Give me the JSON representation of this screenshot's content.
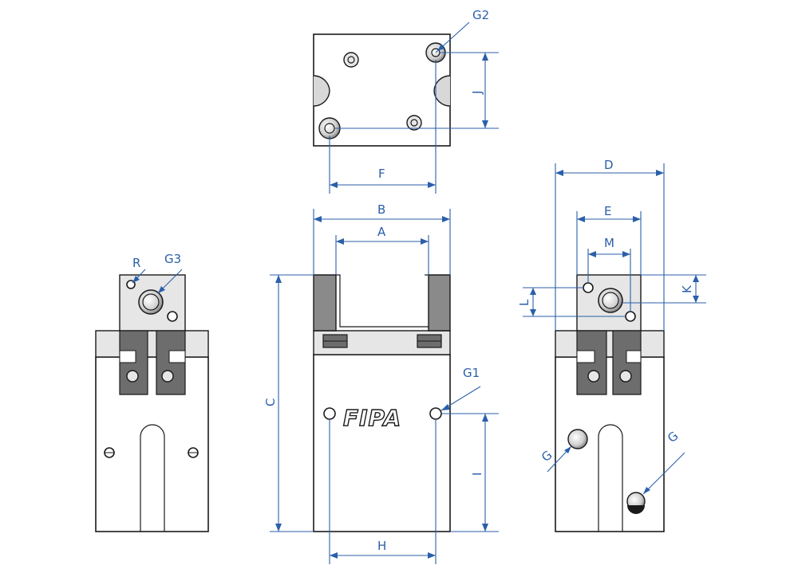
{
  "brand_mark": "FIPA",
  "labels": {
    "A": "A",
    "B": "B",
    "C": "C",
    "D": "D",
    "E": "E",
    "F": "F",
    "G_left": "G",
    "G_right": "G",
    "G1": "G1",
    "G2": "G2",
    "G3": "G3",
    "H": "H",
    "I": "I",
    "J": "J",
    "K": "K",
    "L": "L",
    "M": "M",
    "R": "R"
  },
  "colors": {
    "dimension": "#2b5faa",
    "outline": "#1a1a1a",
    "dark_fill": "#6d6d6d",
    "grey_fill": "#e6e6e6"
  }
}
